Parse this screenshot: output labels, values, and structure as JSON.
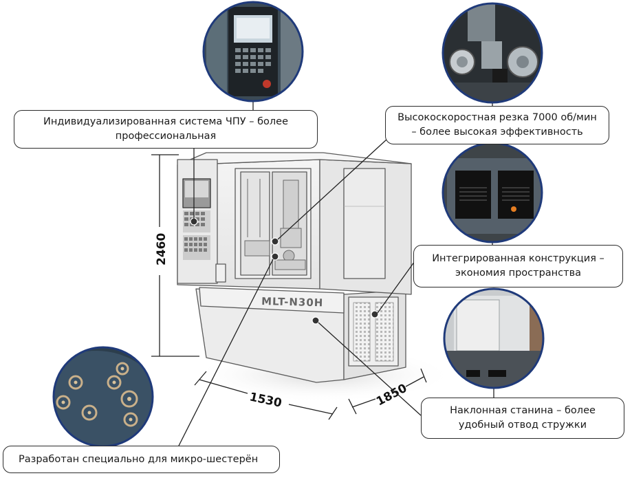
{
  "machine": {
    "model": "MLT-N30H"
  },
  "dimensions": {
    "height": "2460",
    "width": "1530",
    "depth": "1850"
  },
  "callouts": {
    "cnc_system": {
      "line1": "Индивидуализированная система ЧПУ – более",
      "line2": "профессиональная"
    },
    "high_speed": {
      "line1": "Высокоскоростная резка 7000 об/мин",
      "line2": "– более высокая эффективность"
    },
    "integrated": {
      "line1": "Интегрированная конструкция –",
      "line2": "экономия пространства"
    },
    "slant_bed": {
      "line1": "Наклонная станина – более",
      "line2": "удобный отвод стружки"
    },
    "micro_gears": {
      "line1": "Разработан специально для микро-шестерён"
    }
  },
  "colors": {
    "badge_border": "#1f3a7a",
    "line": "#222222"
  }
}
